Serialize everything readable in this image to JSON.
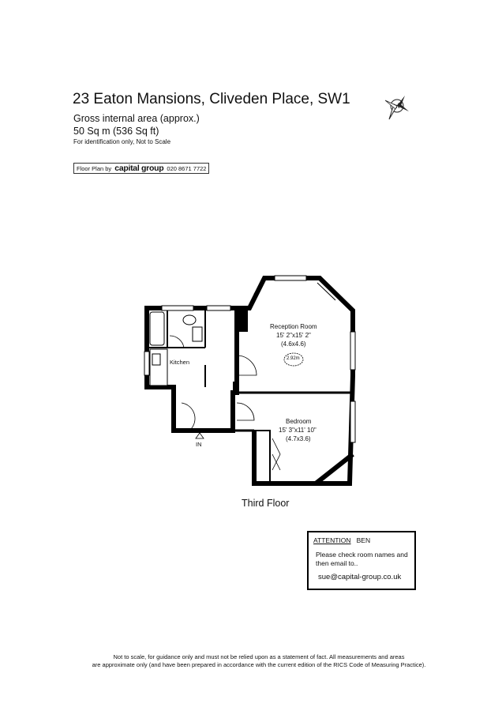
{
  "header": {
    "title": "23 Eaton Mansions, Cliveden Place, SW1",
    "area_label": "Gross internal area (approx.)",
    "area_value": "50 Sq m (536 Sq ft)",
    "note": "For identification only, Not to Scale"
  },
  "credit": {
    "prefix": "Floor Plan by",
    "brand": "capital group",
    "phone": "020 8671 7722"
  },
  "rooms": {
    "reception": {
      "name": "Reception Room",
      "dims_imperial": "15' 2\"x15' 2\"",
      "dims_metric": "(4.6x4.6)",
      "height": "2.92m"
    },
    "bedroom": {
      "name": "Bedroom",
      "dims_imperial": "15' 3\"x11' 10\"",
      "dims_metric": "(4.7x3.6)"
    },
    "kitchen": {
      "name": "Kitchen"
    },
    "entrance": {
      "label": "IN"
    }
  },
  "floor_label": "Third Floor",
  "attention": {
    "label": "ATTENTION",
    "name": "BEN",
    "message": "Please check room names and then email to..",
    "email": "sue@capital-group.co.uk"
  },
  "disclaimer": {
    "line1": "Not to scale, for guidance only and must not be relied upon as a statement of fact.  All measurements and areas",
    "line2": "are approximate only (and have been prepared in accordance with the current edition of the RICS Code of Measuring Practice)."
  }
}
